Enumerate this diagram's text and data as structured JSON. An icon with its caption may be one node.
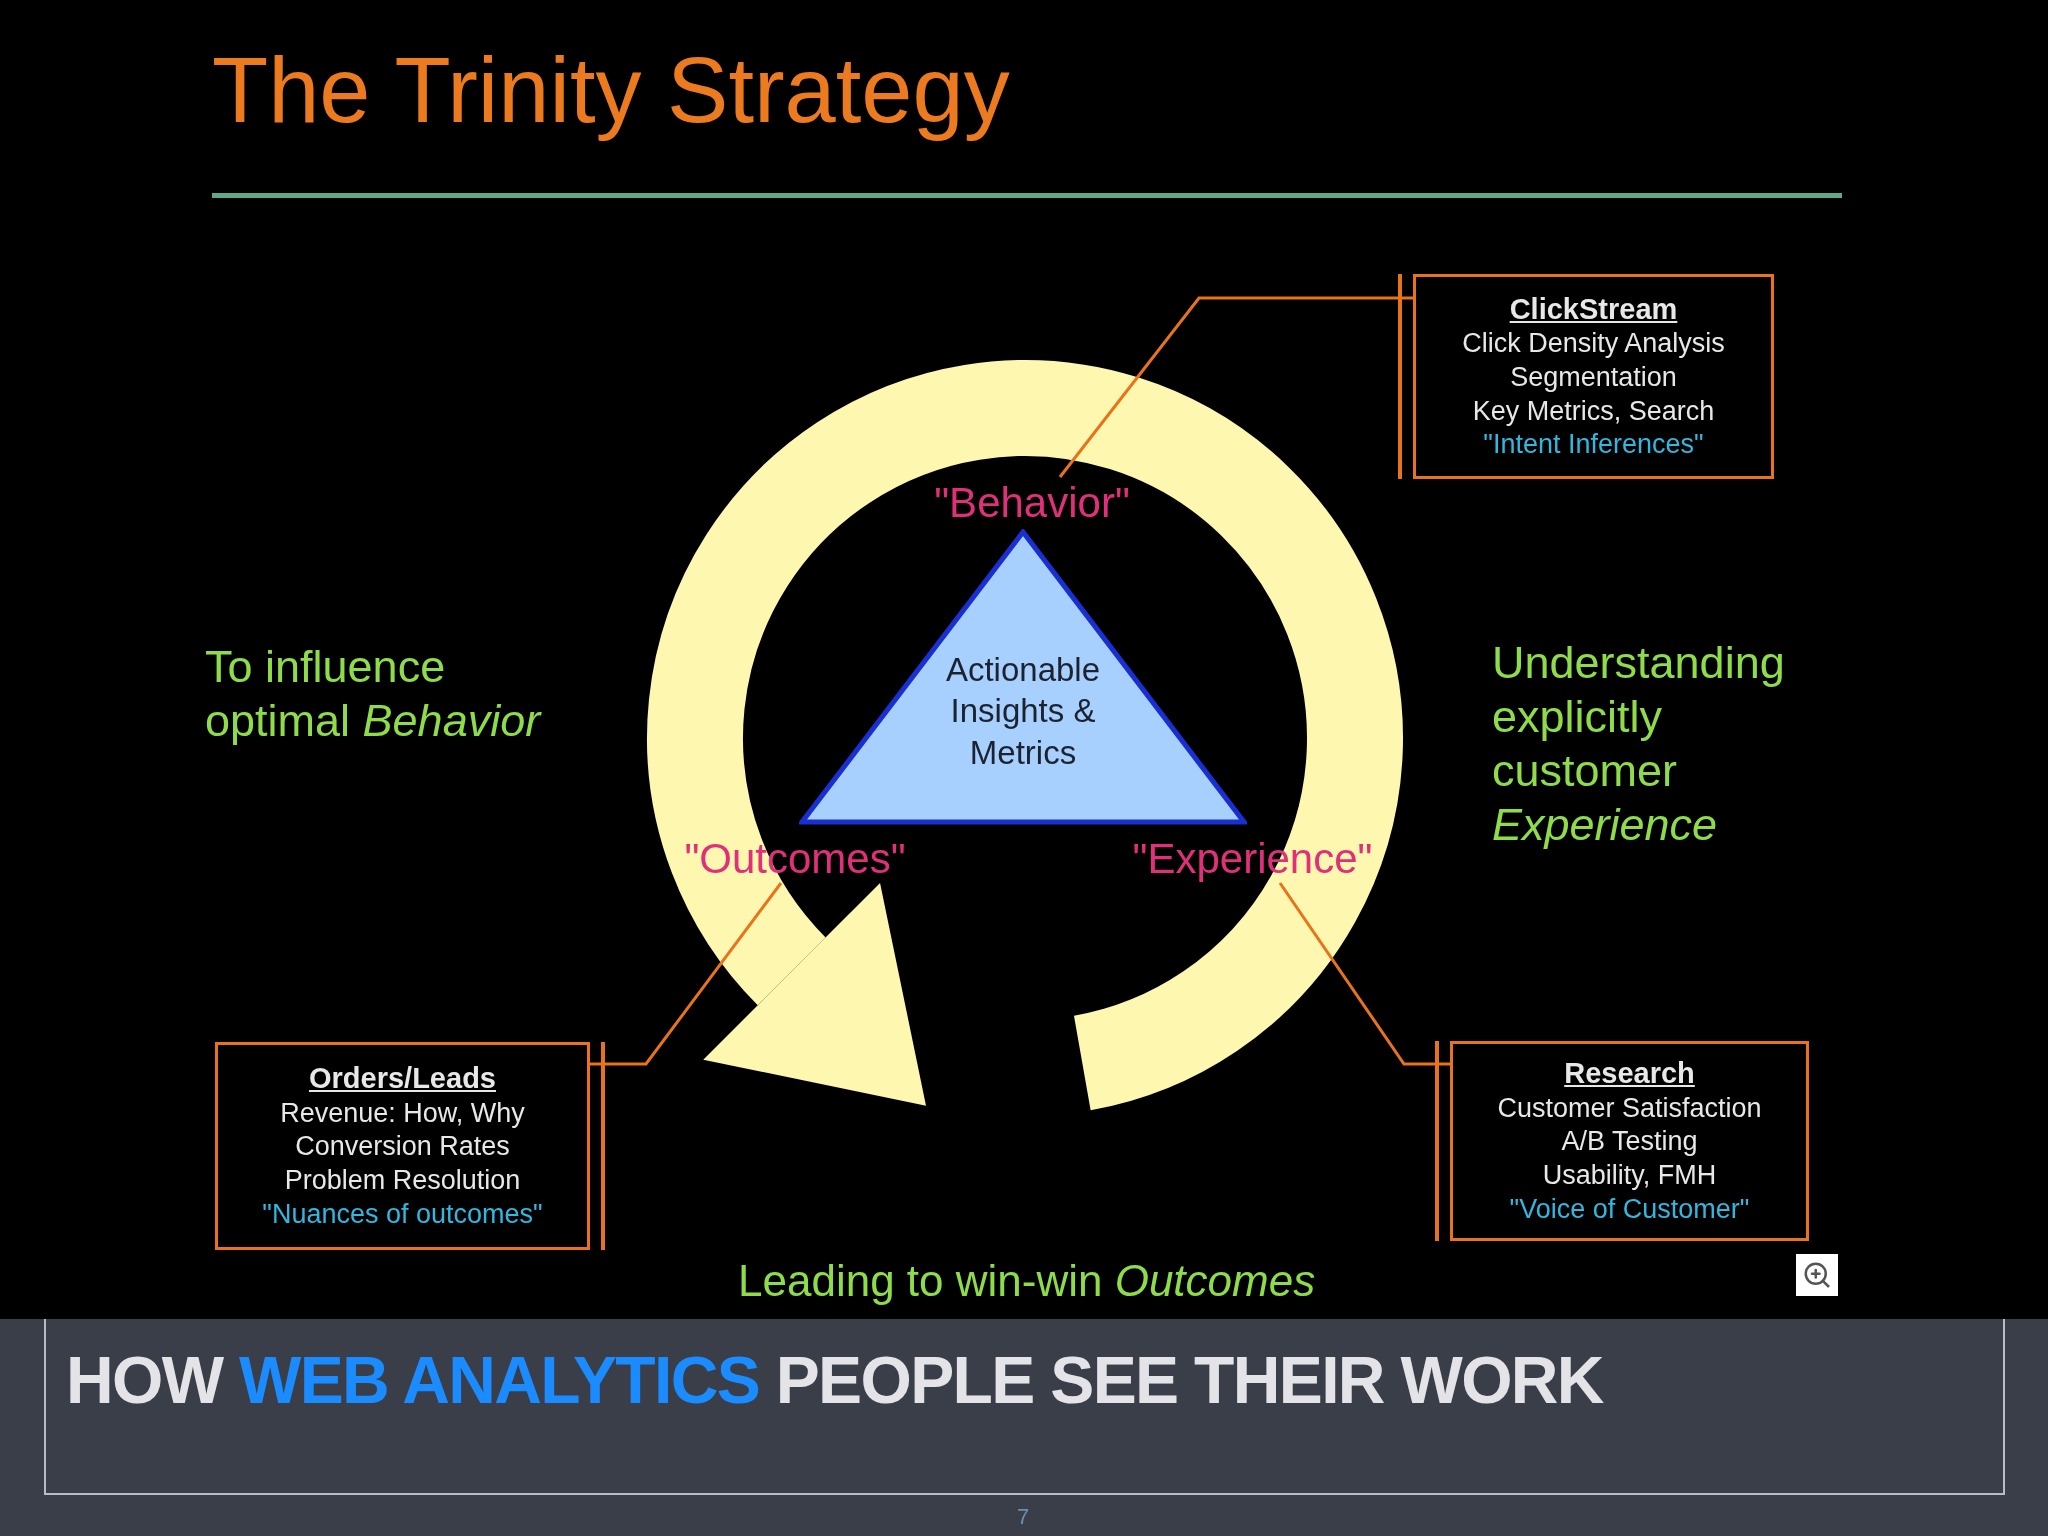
{
  "diagram": {
    "title": "The Trinity Strategy",
    "caption": "HOW *WEB ANALYTICS* PEOPLE SEE THEIR WORK",
    "nodes": [
      {
        "text": [
          "ClickStream",
          "Click Density Analysis",
          "Segmentation",
          "Key Metrics, Search",
          "\"Intent Inferences\""
        ]
      },
      {
        "text": [
          "\"Behavior\""
        ]
      },
      {
        "text": [
          "Actionable Insights & Metrics"
        ]
      },
      {
        "text": [
          "\"Outcomes\""
        ]
      },
      {
        "text": [
          "\"Experience\""
        ]
      },
      {
        "text": [
          "Orders/Leads",
          "Revenue: How, Why",
          "Conversion Rates",
          "Problem Resolution",
          "\"Nuances of outcomes\""
        ]
      },
      {
        "text": [
          "Research",
          "Customer Satisfaction",
          "A/B Testing",
          "Usability, FMH",
          "\"Voice of Customer\""
        ]
      }
    ],
    "edges": [
      {
        "from": 1,
        "to": 0,
        "arrow": "none"
      },
      {
        "from": 3,
        "to": 5,
        "arrow": "none"
      },
      {
        "from": 4,
        "to": 6,
        "arrow": "none"
      }
    ],
    "labels": [
      "To influence optimal *Behavior*",
      "Understanding explicitly customer *Experience*",
      "Leading to win-win *Outcomes*",
      "7"
    ]
  }
}
